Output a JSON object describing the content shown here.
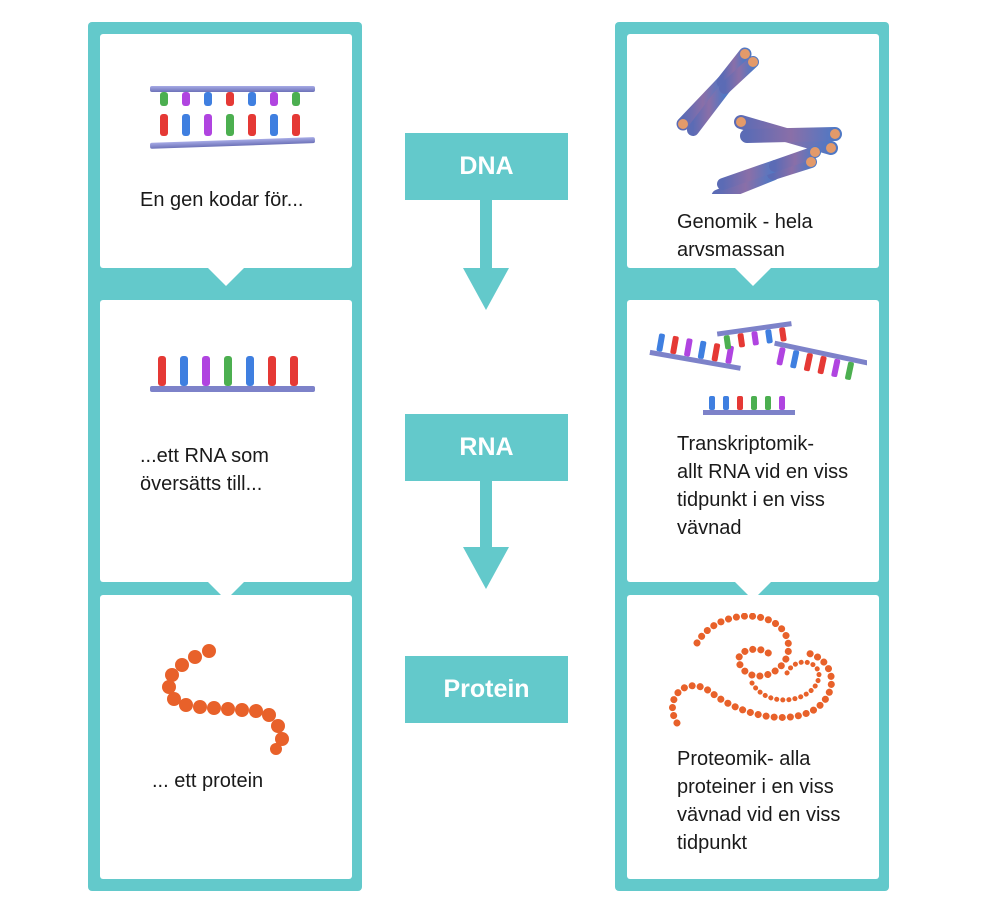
{
  "colors": {
    "accent": "#63c9cb",
    "card": "#ffffff",
    "text": "#1a1a1a",
    "protein_bead": "#e8612a",
    "dna_backbone": "#8a8fd6"
  },
  "flow": {
    "boxes": [
      {
        "label": "DNA"
      },
      {
        "label": "RNA"
      },
      {
        "label": "Protein"
      }
    ]
  },
  "left_cards": [
    {
      "text": "En gen kodar för...",
      "icon": "dna-ladder-icon"
    },
    {
      "text": "...ett RNA som\növersätts till...",
      "icon": "rna-strand-icon"
    },
    {
      "text": "... ett protein",
      "icon": "protein-chain-icon"
    }
  ],
  "right_cards": [
    {
      "text": "Genomik - hela\narvsmassan",
      "icon": "chromosomes-icon"
    },
    {
      "text": "Transkriptomik-\nallt RNA vid en viss\ntidpunkt i en viss\nvävnad",
      "icon": "rna-strands-icon"
    },
    {
      "text": "Proteomik- alla\nproteiner i en viss\nvävnad vid en viss\ntidpunkt",
      "icon": "protein-swirl-icon"
    }
  ]
}
